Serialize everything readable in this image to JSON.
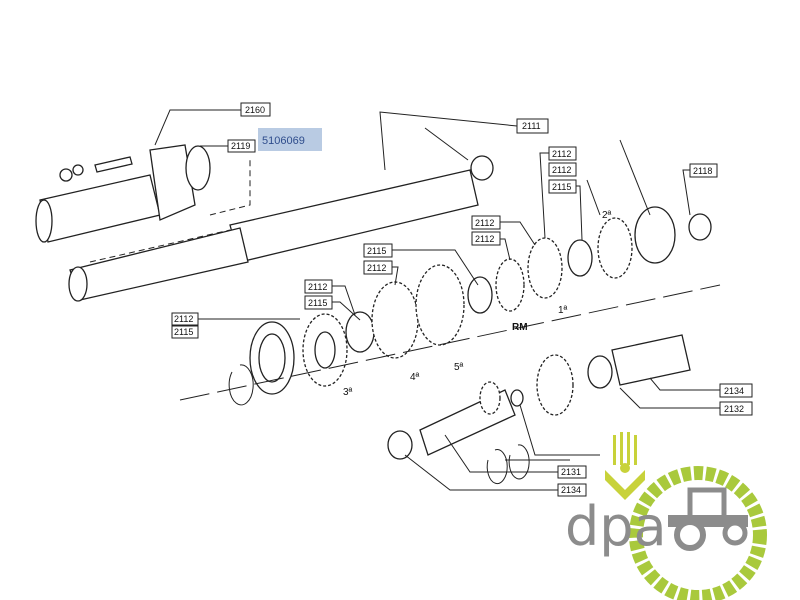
{
  "diagram": {
    "highlight_part_number": "5106069",
    "callouts": {
      "c2160": "2160",
      "c2119": "2119",
      "c2111": "2111",
      "c2112a": "2112",
      "c2112b": "2112",
      "c2115a": "2115",
      "c2118": "2118",
      "c2112c": "2112",
      "c2112d": "2112",
      "c2115b": "2115",
      "c2112e": "2112",
      "c2112f": "2112",
      "c2115c": "2115",
      "c2112g": "2112",
      "c2115d": "2115",
      "c2134a": "2134",
      "c2132": "2132",
      "c2131": "2131",
      "c2134b": "2134"
    },
    "gear_labels": {
      "g1": "1ª",
      "g2": "2ª",
      "g3": "3ª",
      "g4": "4ª",
      "g5": "5ª",
      "rm": "RM"
    }
  },
  "logo": {
    "text": "dpa",
    "colors": {
      "green": "#a9c93c",
      "grey": "#8c8c8c",
      "wheat": "#c8d23a"
    }
  },
  "colors": {
    "highlight_fill": "#b9cbe3",
    "highlight_text": "#2f4d8c"
  }
}
